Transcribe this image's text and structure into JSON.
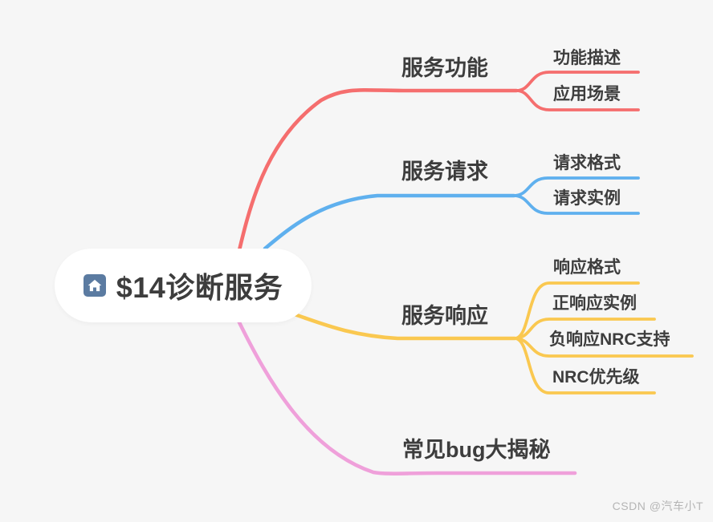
{
  "central": {
    "title": "$14诊断服务",
    "icon": "home-icon"
  },
  "branches": [
    {
      "label": "服务功能",
      "children": [
        {
          "label": "功能描述"
        },
        {
          "label": "应用场景"
        }
      ]
    },
    {
      "label": "服务请求",
      "children": [
        {
          "label": "请求格式"
        },
        {
          "label": "请求实例"
        }
      ]
    },
    {
      "label": "服务响应",
      "children": [
        {
          "label": "响应格式"
        },
        {
          "label": "正响应实例"
        },
        {
          "label": "负响应NRC支持"
        },
        {
          "label": "NRC优先级"
        }
      ]
    },
    {
      "label": "常见bug大揭秘",
      "children": []
    }
  ],
  "colors": {
    "background": "#f6f6f6",
    "topic_bg": "#ffffff",
    "text_dark": "#3d3d3d",
    "icon_bg": "#5b7ba1",
    "branch1": "#f56e6e",
    "branch2": "#5fb0ee",
    "branch3": "#fac850",
    "branch4": "#efa0da",
    "watermark": "#b5b5b5"
  },
  "watermark": "CSDN @汽车小T"
}
